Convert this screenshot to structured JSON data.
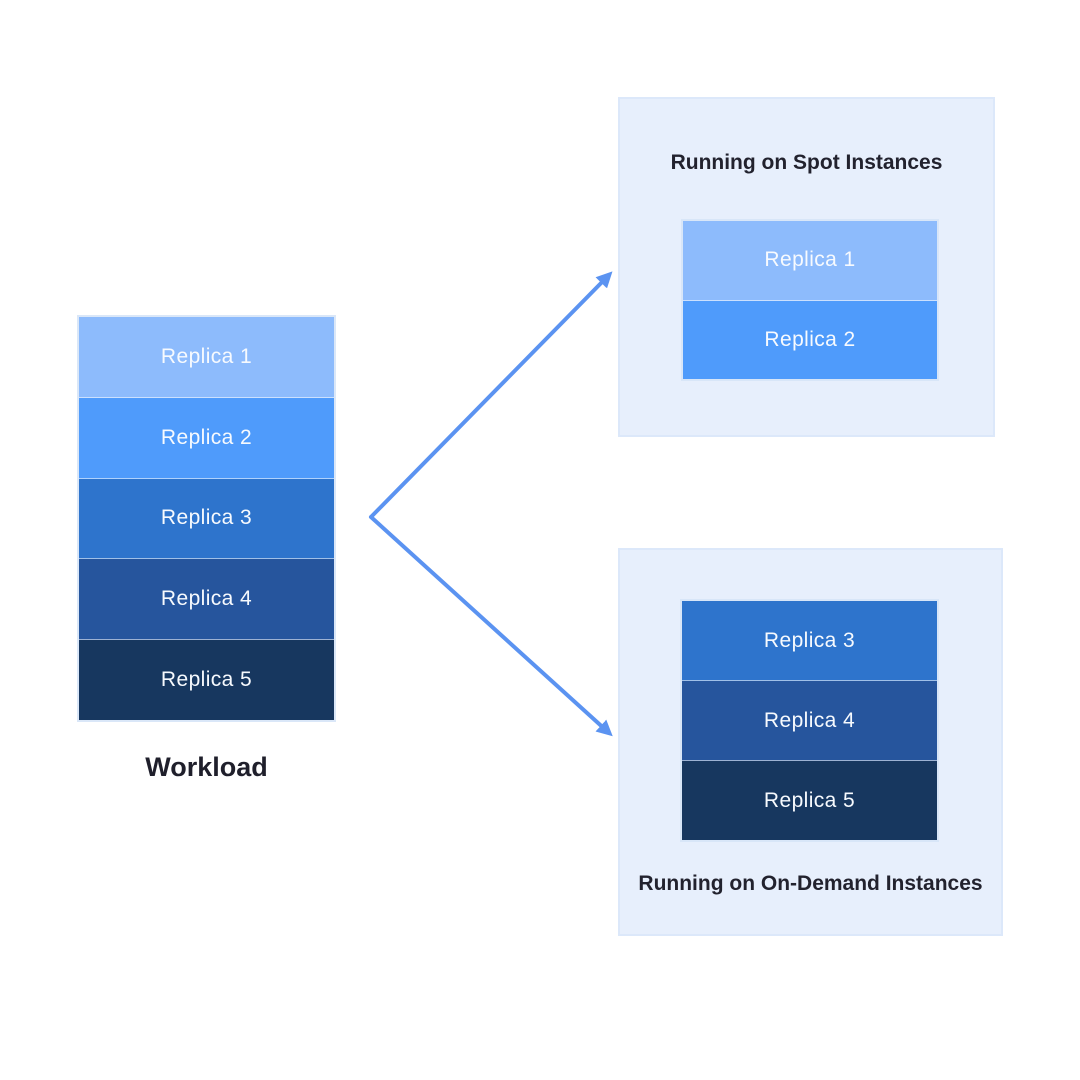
{
  "workload": {
    "label": "Workload",
    "replicas": [
      {
        "label": "Replica 1",
        "color": "#8dbbfc"
      },
      {
        "label": "Replica 2",
        "color": "#4f9bfb"
      },
      {
        "label": "Replica 3",
        "color": "#2e74cc"
      },
      {
        "label": "Replica 4",
        "color": "#26559d"
      },
      {
        "label": "Replica 5",
        "color": "#17375f"
      }
    ]
  },
  "spot_panel": {
    "title": "Running on Spot Instances",
    "replicas": [
      {
        "label": "Replica 1",
        "color": "#8dbbfc"
      },
      {
        "label": "Replica 2",
        "color": "#4f9bfb"
      }
    ]
  },
  "on_demand_panel": {
    "title": "Running on On-Demand Instances",
    "replicas": [
      {
        "label": "Replica 3",
        "color": "#2e74cc"
      },
      {
        "label": "Replica 4",
        "color": "#26559d"
      },
      {
        "label": "Replica 5",
        "color": "#17375f"
      }
    ]
  },
  "colors": {
    "arrow": "#5b93f1",
    "panel_bg": "#e7effc",
    "panel_border": "#dce8fa",
    "replica_text": "#f7fafe",
    "title_text": "#22222e"
  }
}
